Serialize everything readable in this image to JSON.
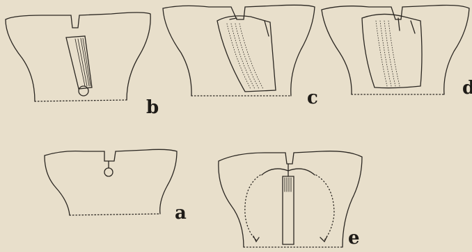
{
  "figures": [
    {
      "id": "a",
      "label": "a"
    },
    {
      "id": "b",
      "label": "b"
    },
    {
      "id": "c",
      "label": "c"
    },
    {
      "id": "d",
      "label": "d"
    },
    {
      "id": "e",
      "label": "e"
    }
  ],
  "colors": {
    "paper": "#e8dfcb",
    "ink": "#2a2621"
  }
}
